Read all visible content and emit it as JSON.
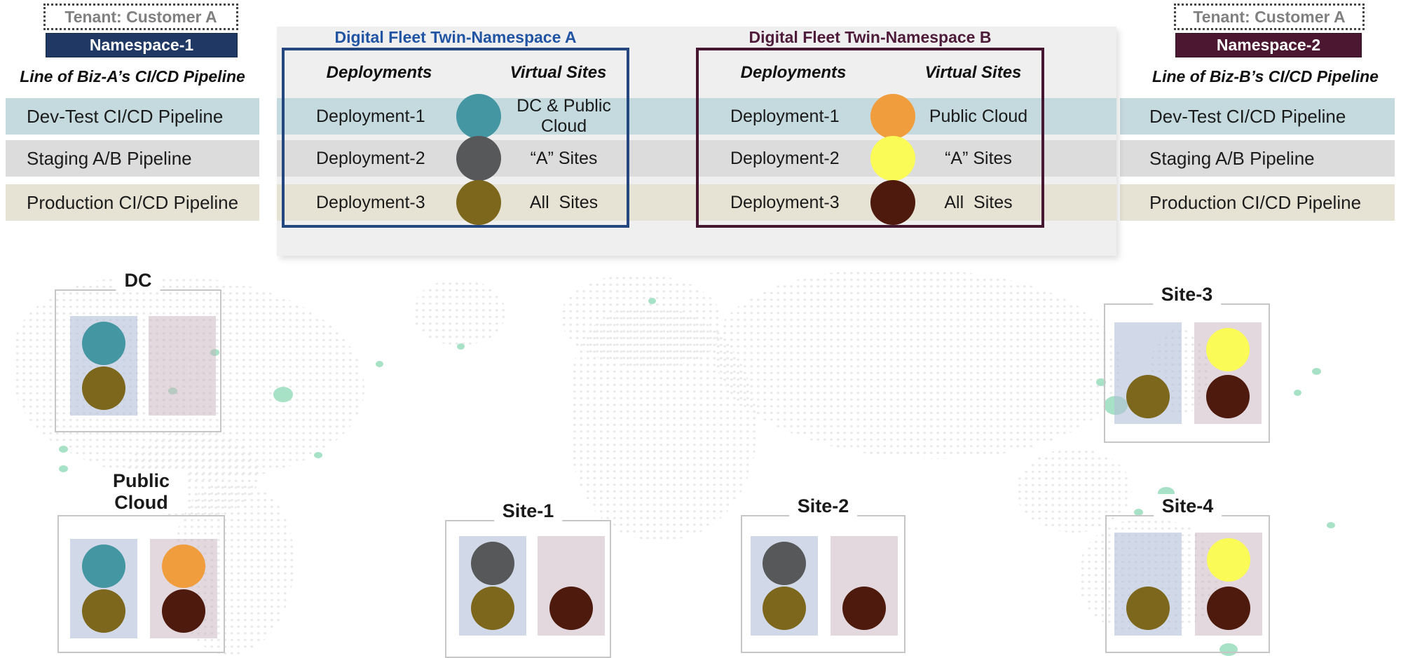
{
  "tenant_left": {
    "label": "Tenant: Customer A",
    "namespace": "Namespace-1",
    "pipeline_caption": "Line of Biz-A’s CI/CD Pipeline"
  },
  "tenant_right": {
    "label": "Tenant: Customer A",
    "namespace": "Namespace-2",
    "pipeline_caption": "Line of Biz-B’s CI/CD Pipeline"
  },
  "pipeline_rows": [
    {
      "label": "Dev-Test CI/CD Pipeline"
    },
    {
      "label": "Staging A/B Pipeline"
    },
    {
      "label": "Production CI/CD Pipeline"
    }
  ],
  "namespace_a": {
    "title": "Digital Fleet Twin-Namespace A",
    "col_deployments": "Deployments",
    "col_virtual_sites": "Virtual Sites",
    "rows": [
      {
        "deployment": "Deployment-1",
        "dot": "teal",
        "sites": "DC & Public Cloud"
      },
      {
        "deployment": "Deployment-2",
        "dot": "gray",
        "sites": "“A” Sites"
      },
      {
        "deployment": "Deployment-3",
        "dot": "olive",
        "sites": "All  Sites"
      }
    ]
  },
  "namespace_b": {
    "title": "Digital Fleet Twin-Namespace B",
    "col_deployments": "Deployments",
    "col_virtual_sites": "Virtual Sites",
    "rows": [
      {
        "deployment": "Deployment-1",
        "dot": "orange",
        "sites": "Public Cloud"
      },
      {
        "deployment": "Deployment-2",
        "dot": "yellow",
        "sites": "“A” Sites"
      },
      {
        "deployment": "Deployment-3",
        "dot": "maroon",
        "sites": "All  Sites"
      }
    ]
  },
  "sites": [
    {
      "name": "DC",
      "left": [
        {
          "color": "teal",
          "slot": "top"
        },
        {
          "color": "olive",
          "slot": "bottom"
        }
      ],
      "right": []
    },
    {
      "name": "Public Cloud",
      "left": [
        {
          "color": "teal",
          "slot": "top"
        },
        {
          "color": "olive",
          "slot": "bottom"
        }
      ],
      "right": [
        {
          "color": "orange",
          "slot": "top"
        },
        {
          "color": "maroon",
          "slot": "bottom"
        }
      ]
    },
    {
      "name": "Site-1",
      "left": [
        {
          "color": "gray",
          "slot": "top"
        },
        {
          "color": "olive",
          "slot": "bottom"
        }
      ],
      "right": [
        {
          "color": "maroon",
          "slot": "bottom"
        }
      ]
    },
    {
      "name": "Site-2",
      "left": [
        {
          "color": "gray",
          "slot": "top"
        },
        {
          "color": "olive",
          "slot": "bottom"
        }
      ],
      "right": [
        {
          "color": "maroon",
          "slot": "bottom"
        }
      ]
    },
    {
      "name": "Site-3",
      "left": [
        {
          "color": "olive",
          "slot": "bottom"
        }
      ],
      "right": [
        {
          "color": "yellow",
          "slot": "top"
        },
        {
          "color": "maroon",
          "slot": "bottom"
        }
      ]
    },
    {
      "name": "Site-4",
      "left": [
        {
          "color": "olive",
          "slot": "bottom"
        }
      ],
      "right": [
        {
          "color": "yellow",
          "slot": "top"
        },
        {
          "color": "maroon",
          "slot": "bottom"
        }
      ]
    }
  ],
  "palette": {
    "teal": "#4596a3",
    "gray": "#57585a",
    "olive": "#7c671c",
    "orange": "#f09d3d",
    "yellow": "#fbfb57",
    "maroon": "#4e1a0e",
    "navy": "#1f3864",
    "navy_border": "#24477f",
    "title_blue": "#2254a4",
    "wine": "#4b1731",
    "wine_border": "#451731",
    "title_wine": "#4e1c3a",
    "band_dev": "#c4dadf",
    "band_stg": "#dcdcdc",
    "band_prd": "#e6e2d4"
  }
}
